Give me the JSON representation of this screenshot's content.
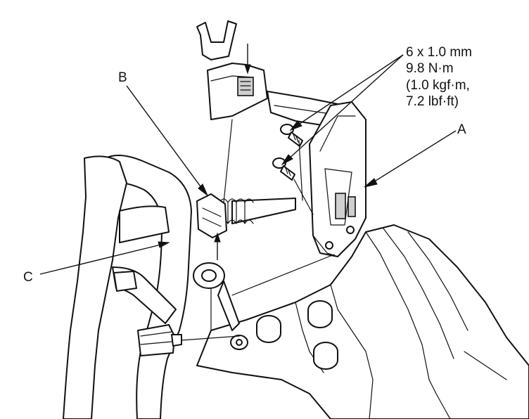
{
  "labels": {
    "a": "A",
    "b": "B",
    "c": "C"
  },
  "spec": {
    "line1": "6 x 1.0 mm",
    "line2": "9.8 N·m",
    "line3": "(1.0 kgf·m,",
    "line4": "7.2 lbf·ft)"
  }
}
